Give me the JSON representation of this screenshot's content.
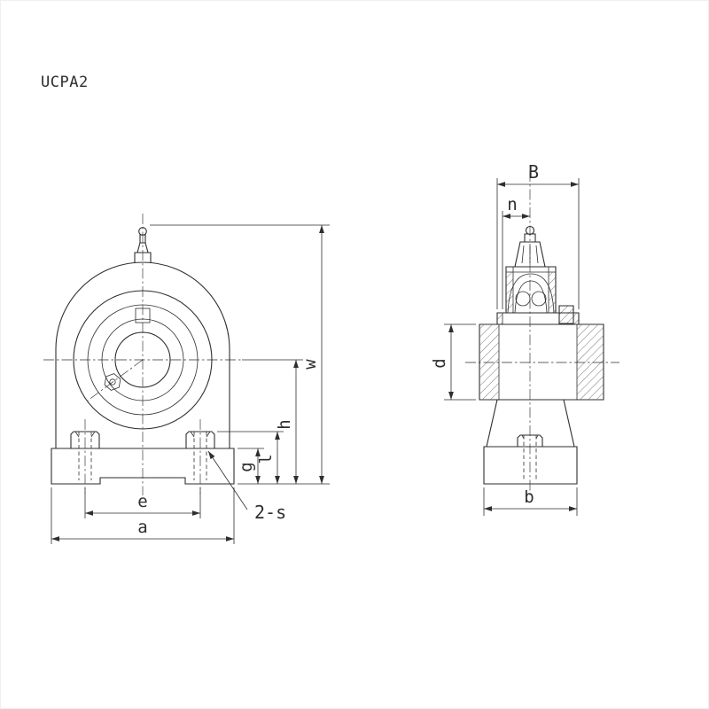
{
  "drawing": {
    "part_code": "UCPA2"
  },
  "front_view": {
    "dims": {
      "w": "w",
      "h": "h",
      "l": "l",
      "g": "g",
      "e": "e",
      "a": "a"
    },
    "tapped_hole_note": "2-s"
  },
  "side_view": {
    "dims": {
      "B": "B",
      "n": "n",
      "d": "d",
      "b": "b"
    }
  },
  "colors": {
    "line": "#2e2e2e",
    "bg": "#ffffff"
  }
}
